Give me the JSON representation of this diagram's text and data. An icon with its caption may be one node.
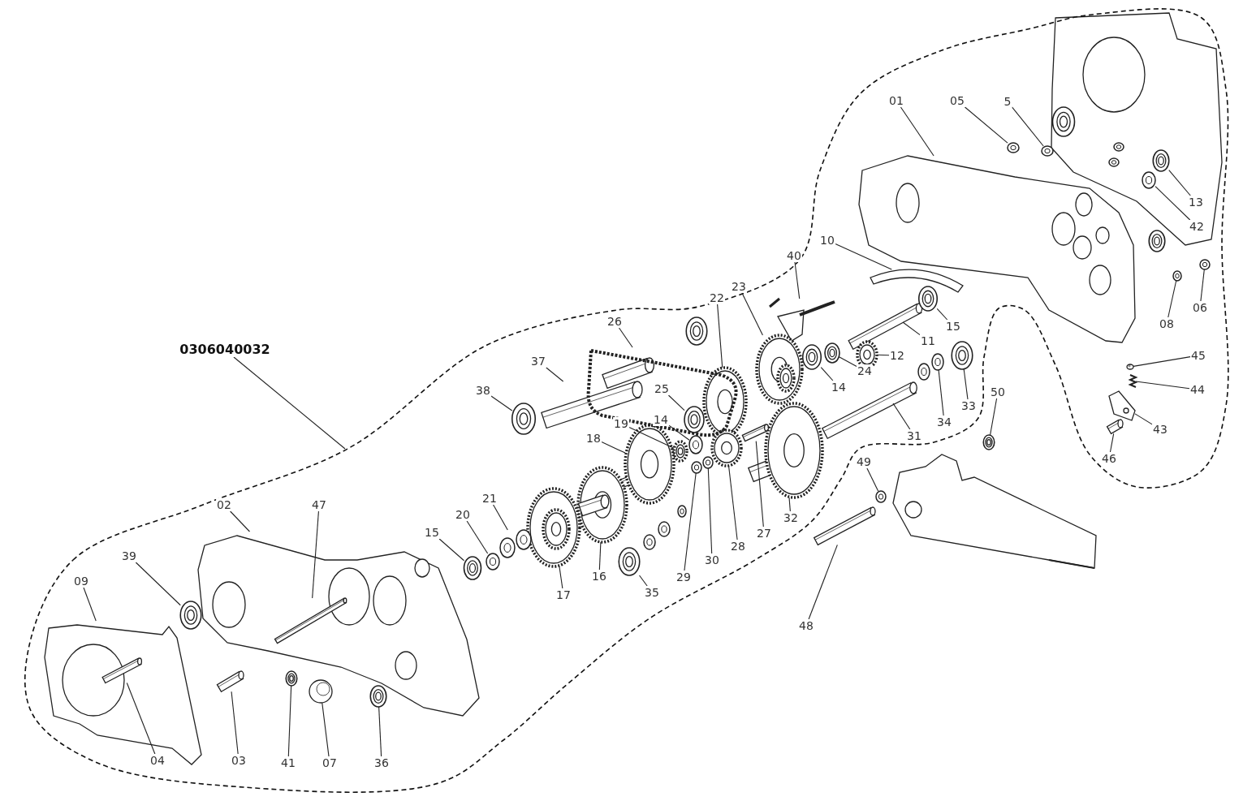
{
  "diagram": {
    "nodes": [
      {
        "text": [
          "0306040032"
        ]
      },
      {
        "text": [],
        "shape": "outline"
      },
      {
        "text": [
          "01"
        ],
        "in": 1
      },
      {
        "text": [
          "05"
        ],
        "in": 1
      },
      {
        "text": [
          "5"
        ],
        "in": 1
      },
      {
        "text": [
          "13"
        ],
        "in": 1
      },
      {
        "text": [
          "42"
        ],
        "in": 1
      },
      {
        "text": [
          "10"
        ],
        "in": 1
      },
      {
        "text": [
          "40"
        ],
        "in": 1
      },
      {
        "text": [
          "23"
        ],
        "in": 1
      },
      {
        "text": [
          "22"
        ],
        "in": 1
      },
      {
        "text": [
          "06"
        ],
        "in": 1
      },
      {
        "text": [
          "08"
        ],
        "in": 1
      },
      {
        "text": [
          "26"
        ],
        "in": 1
      },
      {
        "text": [
          "15"
        ],
        "in": 1
      },
      {
        "text": [
          "11"
        ],
        "in": 1
      },
      {
        "text": [
          "12"
        ],
        "in": 1
      },
      {
        "text": [
          "37"
        ],
        "in": 1
      },
      {
        "text": [
          "45"
        ],
        "in": 1
      },
      {
        "text": [
          "24"
        ],
        "in": 1
      },
      {
        "text": [
          "14"
        ],
        "in": 1
      },
      {
        "text": [
          "44"
        ],
        "in": 1
      },
      {
        "text": [
          "25"
        ],
        "in": 66
      },
      {
        "text": [
          "38"
        ],
        "in": 1
      },
      {
        "text": [
          "50"
        ]
      },
      {
        "text": [
          "33"
        ],
        "in": 1
      },
      {
        "text": [
          "34"
        ],
        "in": 1
      },
      {
        "text": [
          "19"
        ],
        "in": 1
      },
      {
        "text": [
          "14"
        ],
        "in": 66
      },
      {
        "text": [
          "43"
        ],
        "in": 1
      },
      {
        "text": [
          "31"
        ],
        "in": 1
      },
      {
        "text": [
          "18"
        ],
        "in": 1
      },
      {
        "text": [
          "46"
        ],
        "in": 1
      },
      {
        "text": [
          "49"
        ]
      },
      {
        "text": [
          "21"
        ],
        "in": 1
      },
      {
        "text": [
          "02"
        ],
        "in": 1
      },
      {
        "text": [
          "47"
        ],
        "in": 1
      },
      {
        "text": [
          "32"
        ],
        "in": 1
      },
      {
        "text": [
          "20"
        ],
        "in": 1
      },
      {
        "text": [
          "15"
        ],
        "in": 1
      },
      {
        "text": [
          "27"
        ],
        "in": 1
      },
      {
        "text": [
          "28"
        ],
        "in": 1
      },
      {
        "text": [
          "39"
        ],
        "in": 1
      },
      {
        "text": [
          "30"
        ],
        "in": 1
      },
      {
        "text": [
          "29"
        ],
        "in": 1
      },
      {
        "text": [
          "16"
        ],
        "in": 1
      },
      {
        "text": [
          "09"
        ],
        "in": 1
      },
      {
        "text": [
          "35"
        ],
        "in": 1
      },
      {
        "text": [
          "17"
        ],
        "in": 1
      },
      {
        "text": [
          "48"
        ]
      },
      {
        "text": [
          "04"
        ],
        "in": 1
      },
      {
        "text": [
          "03"
        ],
        "in": 1
      },
      {
        "text": [
          "41"
        ],
        "in": 1
      },
      {
        "text": [
          "07"
        ],
        "in": 1
      },
      {
        "text": [
          "36"
        ],
        "in": 1
      },
      {
        "text": [],
        "shape": "picture",
        "in": 1
      },
      {
        "text": [],
        "shape": "picture",
        "in": 1
      },
      {
        "text": [],
        "shape": "picture",
        "in": 1
      },
      {
        "text": [],
        "shape": "picture",
        "in": 1
      },
      {
        "text": [],
        "shape": "picture",
        "in": 1
      },
      {
        "text": [],
        "shape": "picture",
        "in": 1
      },
      {
        "text": [],
        "shape": "picture",
        "in": 1
      },
      {
        "text": [],
        "shape": "picture",
        "in": 1
      },
      {
        "text": [],
        "shape": "picture",
        "in": 1
      },
      {
        "text": [],
        "shape": "picture",
        "in": 1
      },
      {
        "text": [],
        "shape": "picture",
        "in": 1
      },
      {
        "text": [],
        "shape": "picture",
        "in": 1
      },
      {
        "text": [],
        "shape": "picture",
        "in": 1
      },
      {
        "text": [],
        "shape": "picture",
        "in": 1
      },
      {
        "text": [],
        "shape": "picture",
        "in": 1
      },
      {
        "text": [],
        "shape": "picture",
        "in": 1
      },
      {
        "text": [],
        "shape": "picture",
        "in": 1
      },
      {
        "text": [],
        "shape": "picture",
        "in": 1
      },
      {
        "text": [],
        "shape": "picture",
        "in": 1
      },
      {
        "text": [],
        "shape": "picture",
        "in": 1
      },
      {
        "text": [],
        "shape": "picture",
        "in": 66
      },
      {
        "text": [],
        "shape": "picture",
        "in": 1
      },
      {
        "text": [],
        "shape": "picture"
      },
      {
        "text": [],
        "shape": "picture",
        "in": 1
      },
      {
        "text": [],
        "shape": "picture",
        "in": 1
      },
      {
        "text": [],
        "shape": "picture",
        "in": 1
      },
      {
        "text": [],
        "shape": "picture",
        "in": 1
      },
      {
        "text": [],
        "shape": "picture",
        "in": 1
      },
      {
        "text": [],
        "shape": "picture",
        "in": 1
      },
      {
        "text": [],
        "shape": "picture",
        "in": 1
      },
      {
        "text": [],
        "shape": "picture",
        "in": 1
      },
      {
        "text": [],
        "shape": "picture"
      },
      {
        "text": [],
        "shape": "picture",
        "in": 1
      },
      {
        "text": [],
        "shape": "picture",
        "in": 1
      },
      {
        "text": [],
        "shape": "picture",
        "in": 88
      },
      {
        "text": [],
        "shape": "picture",
        "in": 1
      },
      {
        "text": [],
        "shape": "picture",
        "in": 1
      },
      {
        "text": [],
        "shape": "picture",
        "in": 1
      },
      {
        "text": [],
        "shape": "picture",
        "in": 1
      },
      {
        "text": [],
        "shape": "picture",
        "in": 1
      },
      {
        "text": [],
        "shape": "picture",
        "in": 1
      },
      {
        "text": [],
        "shape": "picture",
        "in": 1
      },
      {
        "text": [],
        "shape": "picture",
        "in": 1
      },
      {
        "text": [],
        "shape": "picture",
        "in": 1
      },
      {
        "text": [],
        "shape": "picture",
        "in": 1
      },
      {
        "text": [],
        "shape": "picture",
        "in": 1
      },
      {
        "text": [],
        "shape": "picture",
        "in": 1
      },
      {
        "text": [],
        "shape": "picture"
      },
      {
        "text": [],
        "shape": "picture",
        "in": 99
      },
      {
        "text": [],
        "shape": "picture",
        "in": 1
      },
      {
        "text": [],
        "shape": "picture",
        "in": 1
      },
      {
        "text": [],
        "shape": "picture",
        "in": 1
      },
      {
        "text": [],
        "shape": "picture",
        "in": 1
      }
    ],
    "edges": [
      {
        "from": 0,
        "to": 1,
        "arrow": "none"
      },
      {
        "from": 2,
        "to": 55,
        "arrow": "none"
      },
      {
        "from": 3,
        "to": 56,
        "arrow": "none"
      },
      {
        "from": 4,
        "to": 57,
        "arrow": "none"
      },
      {
        "from": 5,
        "to": 58,
        "arrow": "none"
      },
      {
        "from": 6,
        "to": 59,
        "arrow": "none"
      },
      {
        "from": 7,
        "to": 60,
        "arrow": "none"
      },
      {
        "from": 8,
        "to": 61,
        "arrow": "none"
      },
      {
        "from": 9,
        "to": 62,
        "arrow": "none"
      },
      {
        "from": 10,
        "to": 63,
        "arrow": "none"
      },
      {
        "from": 11,
        "to": 64,
        "arrow": "none"
      },
      {
        "from": 12,
        "to": 65,
        "arrow": "none"
      },
      {
        "from": 13,
        "to": 66,
        "arrow": "none"
      },
      {
        "from": 14,
        "to": 67,
        "arrow": "none"
      },
      {
        "from": 15,
        "to": 68,
        "arrow": "none"
      },
      {
        "from": 16,
        "to": 69,
        "arrow": "none"
      },
      {
        "from": 17,
        "to": 70,
        "arrow": "none"
      },
      {
        "from": 18,
        "to": 71,
        "arrow": "none"
      },
      {
        "from": 19,
        "to": 72,
        "arrow": "none"
      },
      {
        "from": 20,
        "to": 73,
        "arrow": "none"
      },
      {
        "from": 21,
        "to": 74,
        "arrow": "none"
      },
      {
        "from": 22,
        "to": 75,
        "arrow": "none"
      },
      {
        "from": 23,
        "to": 76,
        "arrow": "none"
      },
      {
        "from": 24,
        "to": 77,
        "arrow": "none"
      },
      {
        "from": 25,
        "to": 78,
        "arrow": "none"
      },
      {
        "from": 26,
        "to": 79,
        "arrow": "none"
      },
      {
        "from": 27,
        "to": 80,
        "arrow": "none"
      },
      {
        "from": 28,
        "to": 81,
        "arrow": "none"
      },
      {
        "from": 29,
        "to": 82,
        "arrow": "none"
      },
      {
        "from": 30,
        "to": 83,
        "arrow": "none"
      },
      {
        "from": 31,
        "to": 84,
        "arrow": "none"
      },
      {
        "from": 32,
        "to": 85,
        "arrow": "none"
      },
      {
        "from": 33,
        "to": 86,
        "arrow": "none"
      },
      {
        "from": 34,
        "to": 87,
        "arrow": "none"
      },
      {
        "from": 35,
        "to": 88,
        "arrow": "none"
      },
      {
        "from": 36,
        "to": 89,
        "arrow": "none"
      },
      {
        "from": 37,
        "to": 90,
        "arrow": "none"
      },
      {
        "from": 38,
        "to": 91,
        "arrow": "none"
      },
      {
        "from": 39,
        "to": 92,
        "arrow": "none"
      },
      {
        "from": 40,
        "to": 93,
        "arrow": "none"
      },
      {
        "from": 41,
        "to": 94,
        "arrow": "none"
      },
      {
        "from": 42,
        "to": 95,
        "arrow": "none"
      },
      {
        "from": 43,
        "to": 96,
        "arrow": "none"
      },
      {
        "from": 44,
        "to": 97,
        "arrow": "none"
      },
      {
        "from": 45,
        "to": 98,
        "arrow": "none"
      },
      {
        "from": 46,
        "to": 99,
        "arrow": "none"
      },
      {
        "from": 47,
        "to": 100,
        "arrow": "none"
      },
      {
        "from": 48,
        "to": 101,
        "arrow": "none"
      },
      {
        "from": 49,
        "to": 102,
        "arrow": "none"
      },
      {
        "from": 50,
        "to": 103,
        "arrow": "none"
      },
      {
        "from": 51,
        "to": 104,
        "arrow": "none"
      },
      {
        "from": 52,
        "to": 105,
        "arrow": "none"
      },
      {
        "from": 53,
        "to": 106,
        "arrow": "none"
      },
      {
        "from": 54,
        "to": 107,
        "arrow": "none"
      }
    ]
  }
}
